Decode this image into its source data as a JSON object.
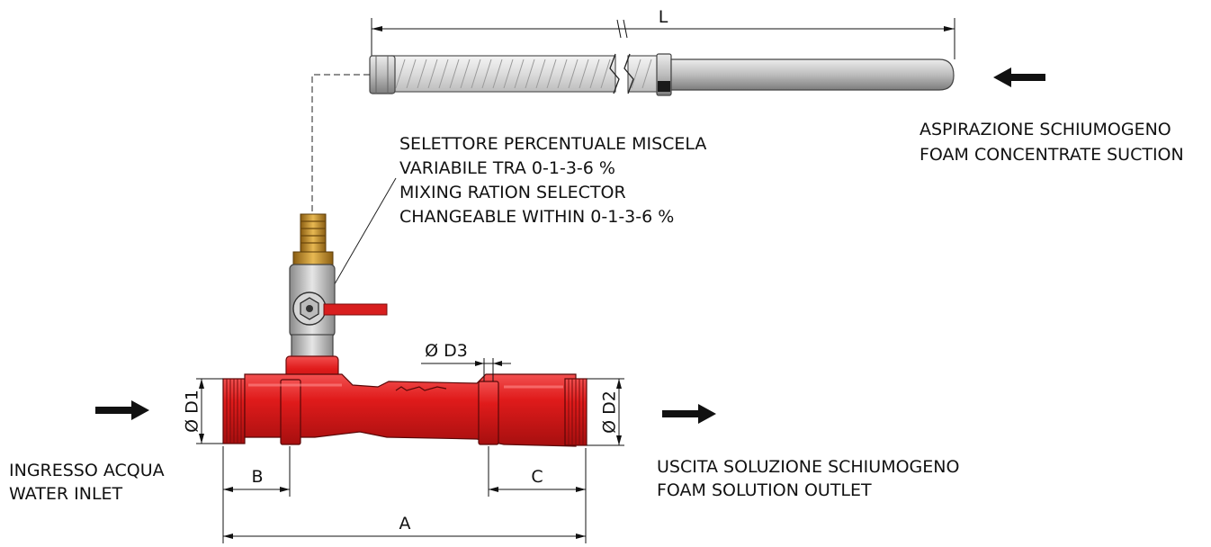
{
  "labels": {
    "suction_it": "ASPIRAZIONE SCHIUMOGENO",
    "suction_en": "FOAM CONCENTRATE SUCTION",
    "selector_it_1": "SELETTORE PERCENTUALE MISCELA",
    "selector_it_2": "VARIABILE TRA 0-1-3-6 %",
    "selector_en_1": "MIXING RATION SELECTOR",
    "selector_en_2": "CHANGEABLE WITHIN 0-1-3-6 %",
    "inlet_it": "INGRESSO ACQUA",
    "inlet_en": "WATER INLET",
    "outlet_it": "USCITA SOLUZIONE SCHIUMOGENO",
    "outlet_en": "FOAM SOLUTION OUTLET"
  },
  "dimensions": {
    "L": "L",
    "A": "A",
    "B": "B",
    "C": "C",
    "D1": "Ø D1",
    "D2": "Ø D2",
    "D3": "Ø D3"
  },
  "colors": {
    "body_red": "#e01b1b",
    "body_dark_red": "#9e0e0e",
    "metal_gray": "#b9b9b9",
    "brass": "#c9962e",
    "handle_red": "#d81e1e"
  }
}
